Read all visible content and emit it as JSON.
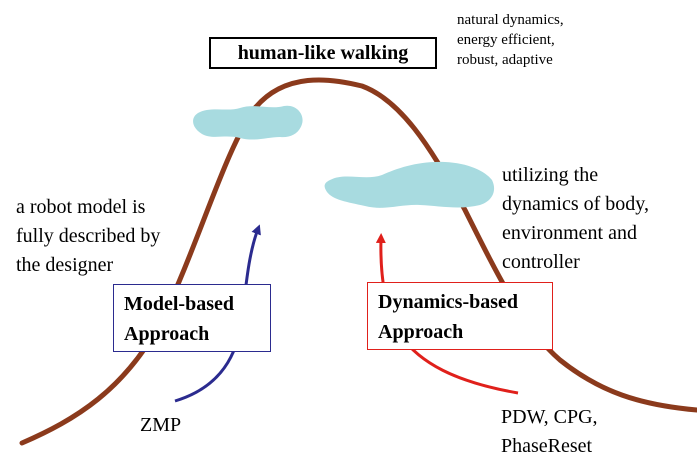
{
  "goal": {
    "title": "human-like walking",
    "properties": "natural dynamics,\nenergy efficient,\nrobust, adaptive"
  },
  "model_based": {
    "description": "a robot model is\nfully described by\nthe designer",
    "box_label": "Model-based\nApproach",
    "example": "ZMP",
    "color": "#2b2b8f"
  },
  "dynamics_based": {
    "description": "utilizing the\ndynamics of  body,\nenvironment and\ncontroller",
    "box_label": "Dynamics-based\nApproach",
    "examples": "PDW, CPG,\nPhaseReset",
    "color": "#e0201b"
  },
  "colors": {
    "mountain": "#8b3a1c",
    "cloud": "#a8dbe0"
  }
}
